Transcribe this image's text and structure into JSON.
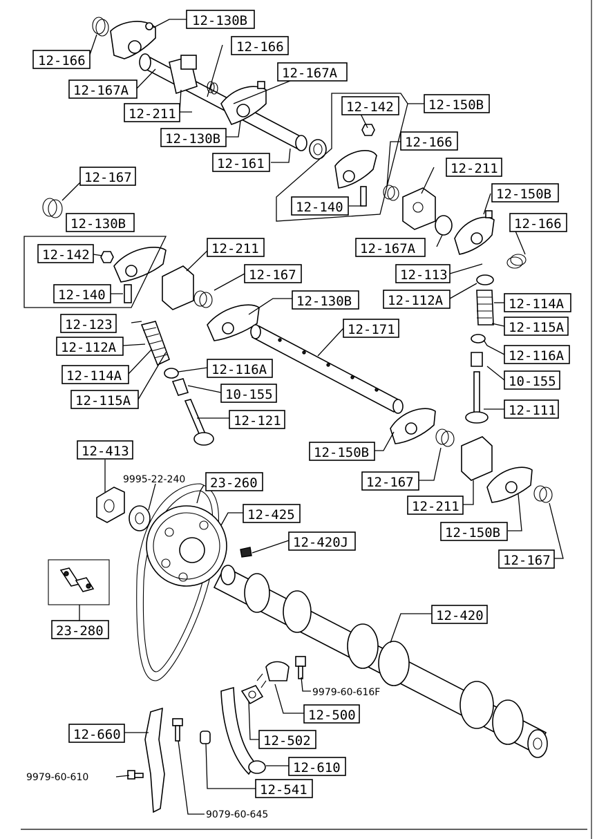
{
  "colors": {
    "ink": "#000000",
    "paper": "#ffffff"
  },
  "labels": [
    {
      "id": "l01",
      "text": "12-130B"
    },
    {
      "id": "l02",
      "text": "12-166"
    },
    {
      "id": "l03",
      "text": "12-166"
    },
    {
      "id": "l04",
      "text": "12-167A"
    },
    {
      "id": "l05",
      "text": "12-167A"
    },
    {
      "id": "l06",
      "text": "12-211"
    },
    {
      "id": "l07",
      "text": "12-142"
    },
    {
      "id": "l08",
      "text": "12-150B"
    },
    {
      "id": "l09",
      "text": "12-130B"
    },
    {
      "id": "l10",
      "text": "12-161"
    },
    {
      "id": "l11",
      "text": "12-166"
    },
    {
      "id": "l12",
      "text": "12-167"
    },
    {
      "id": "l13",
      "text": "12-211"
    },
    {
      "id": "l14",
      "text": "12-140"
    },
    {
      "id": "l15",
      "text": "12-150B"
    },
    {
      "id": "l16",
      "text": "12-130B"
    },
    {
      "id": "l17",
      "text": "12-166"
    },
    {
      "id": "l18",
      "text": "12-142"
    },
    {
      "id": "l19",
      "text": "12-211"
    },
    {
      "id": "l20",
      "text": "12-167A"
    },
    {
      "id": "l21",
      "text": "12-167"
    },
    {
      "id": "l22",
      "text": "12-113"
    },
    {
      "id": "l23",
      "text": "12-140"
    },
    {
      "id": "l24",
      "text": "12-130B"
    },
    {
      "id": "l25",
      "text": "12-112A"
    },
    {
      "id": "l26",
      "text": "12-114A"
    },
    {
      "id": "l27",
      "text": "12-123"
    },
    {
      "id": "l28",
      "text": "12-115A"
    },
    {
      "id": "l29",
      "text": "12-171"
    },
    {
      "id": "l30",
      "text": "12-112A"
    },
    {
      "id": "l31",
      "text": "12-116A"
    },
    {
      "id": "l32",
      "text": "12-116A"
    },
    {
      "id": "l33",
      "text": "12-114A"
    },
    {
      "id": "l34",
      "text": "10-155"
    },
    {
      "id": "l35",
      "text": "10-155"
    },
    {
      "id": "l36",
      "text": "12-115A"
    },
    {
      "id": "l37",
      "text": "12-111"
    },
    {
      "id": "l38",
      "text": "12-121"
    },
    {
      "id": "l39",
      "text": "12-413"
    },
    {
      "id": "l40",
      "text": "12-150B"
    },
    {
      "id": "l41",
      "text": "23-260"
    },
    {
      "id": "l42",
      "text": "12-167"
    },
    {
      "id": "l43",
      "text": "12-211"
    },
    {
      "id": "l44",
      "text": "12-425"
    },
    {
      "id": "l45",
      "text": "12-150B"
    },
    {
      "id": "l46",
      "text": "12-420J"
    },
    {
      "id": "l47",
      "text": "12-167"
    },
    {
      "id": "l48",
      "text": "12-420"
    },
    {
      "id": "l49",
      "text": "23-280"
    },
    {
      "id": "l50",
      "text": "12-500"
    },
    {
      "id": "l51",
      "text": "12-660"
    },
    {
      "id": "l52",
      "text": "12-502"
    },
    {
      "id": "l53",
      "text": "12-610"
    },
    {
      "id": "l54",
      "text": "12-541"
    }
  ],
  "plain_labels": [
    {
      "id": "p1",
      "text": "9995-22-240"
    },
    {
      "id": "p2",
      "text": "9979-60-616F"
    },
    {
      "id": "p3",
      "text": "9979-60-610"
    },
    {
      "id": "p4",
      "text": "9079-60-645"
    }
  ]
}
